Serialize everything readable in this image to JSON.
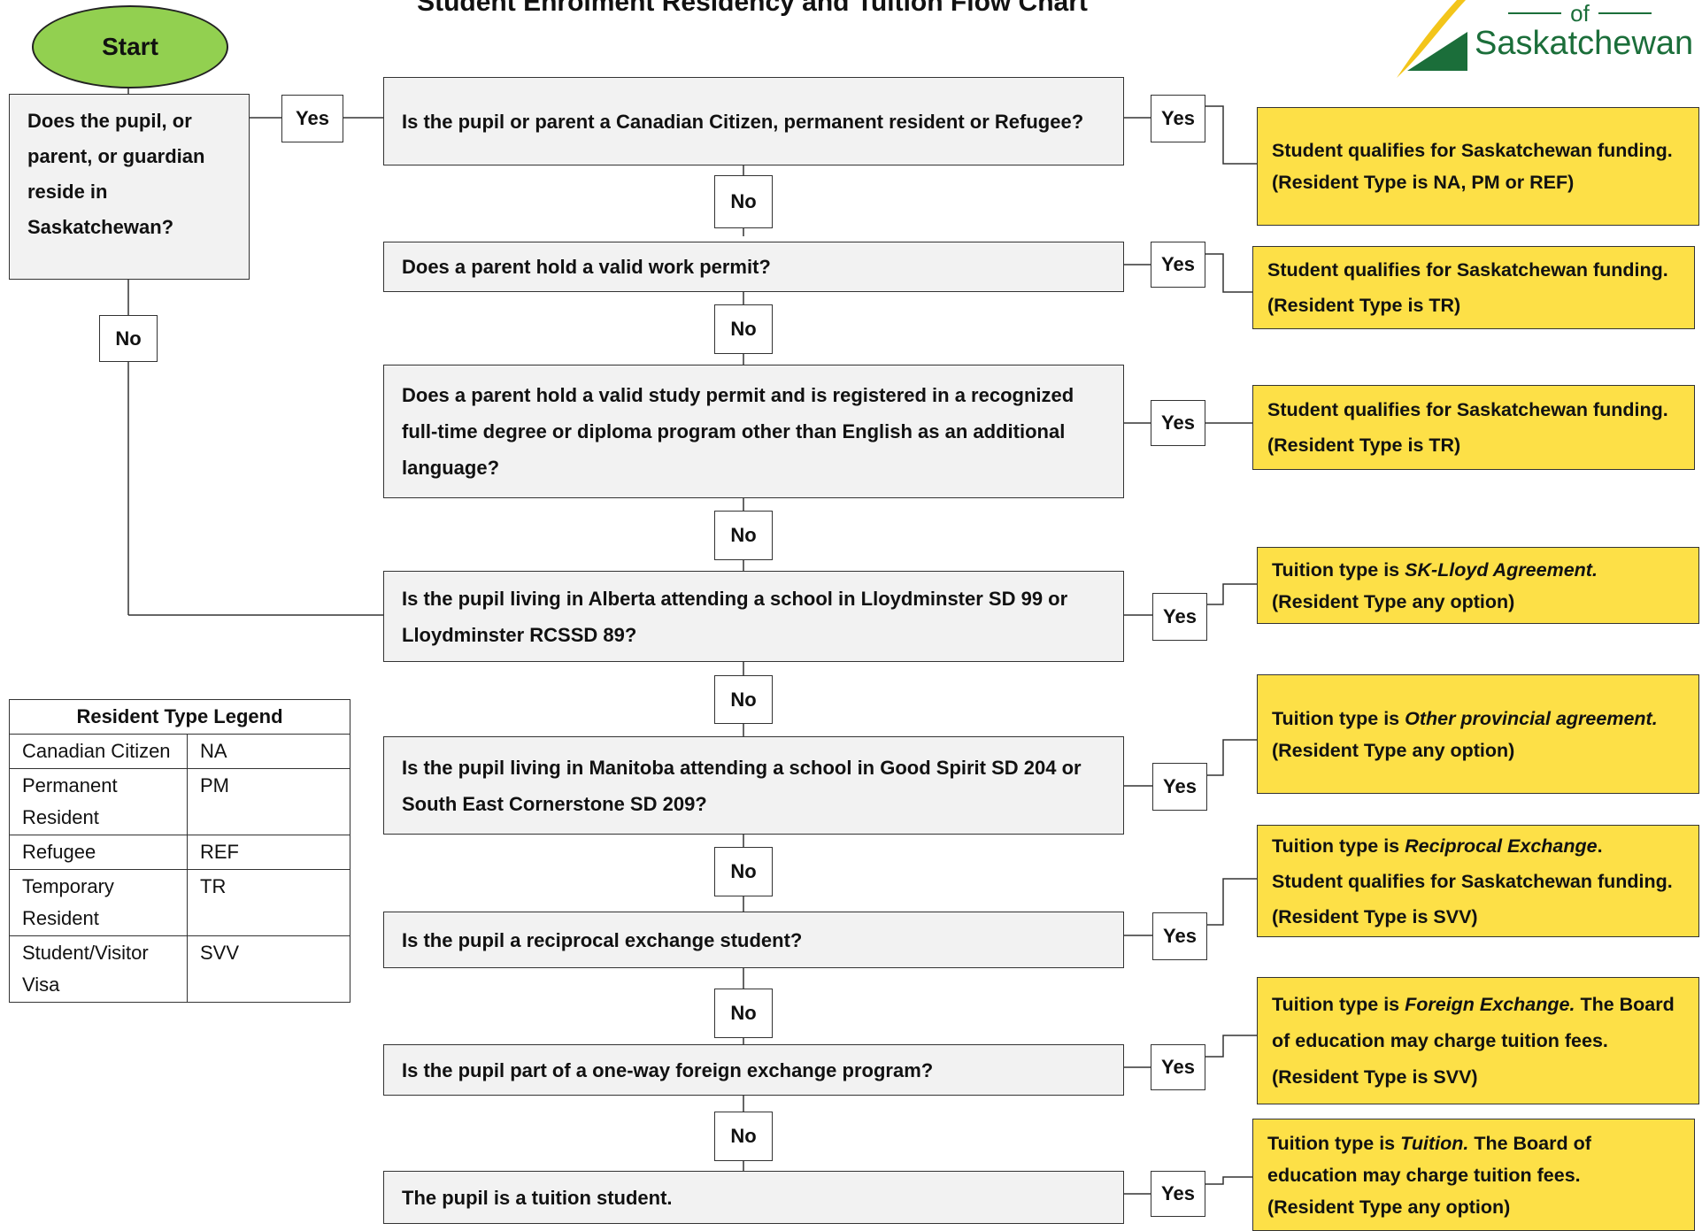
{
  "title": "Student Enrolment Residency and Tuition Flow Chart",
  "logo": {
    "of": "of",
    "name": "Saskatchewan",
    "colors": {
      "gold": "#f3c51a",
      "green": "#1b6e3a"
    }
  },
  "start": "Start",
  "first_question": "Does the pupil, or parent, or guardian reside in Saskatchewan?",
  "labels": {
    "yes": "Yes",
    "no": "No"
  },
  "questions": [
    "Is the pupil or parent a Canadian Citizen, permanent resident or Refugee?",
    "Does a parent hold a valid work permit?",
    "Does a parent hold a valid study permit and is registered in a recognized full-time degree or diploma program other than English as an additional language?",
    "Is the pupil living in Alberta attending a school in Lloydminster SD 99 or Lloydminster RCSSD 89?",
    "Is the pupil living in Manitoba attending a school in Good Spirit SD 204 or South East Cornerstone SD 209?",
    "Is the pupil a reciprocal exchange student?",
    "Is the pupil part of a one-way foreign exchange program?",
    "The pupil is a tuition student."
  ],
  "results": [
    {
      "l1": "Student qualifies for Saskatchewan funding.",
      "l2": "(Resident Type is NA, PM or REF)"
    },
    {
      "l1": "Student qualifies for Saskatchewan funding.",
      "l2": "(Resident Type is TR)"
    },
    {
      "l1": "Student qualifies for Saskatchewan funding.",
      "l2": "(Resident Type is TR)"
    },
    {
      "pre": "Tuition type is ",
      "em": "SK-Lloyd Agreement.",
      "post": "",
      "l2": "(Resident Type any option)"
    },
    {
      "pre": "Tuition type is ",
      "em": "Other provincial agreement.",
      "post": "",
      "l2": "(Resident Type any option)"
    },
    {
      "pre": "Tuition type is ",
      "em": "Reciprocal Exchange",
      "post": ".",
      "l2": "Student qualifies for Saskatchewan funding.  (Resident Type is SVV)"
    },
    {
      "pre": "Tuition type is ",
      "em": "Foreign Exchange.",
      "post": " The Board of education may charge tuition fees.  (Resident Type is SVV)",
      "l2": ""
    },
    {
      "pre": "Tuition type is ",
      "em": "Tuition.",
      "post": "  The Board of education may charge tuition fees.",
      "l2": "(Resident Type any option)"
    }
  ],
  "legend": {
    "title": "Resident Type Legend",
    "rows": [
      {
        "type": "Canadian Citizen",
        "code": "NA"
      },
      {
        "type": "Permanent Resident",
        "code": "PM"
      },
      {
        "type": "Refugee",
        "code": "REF"
      },
      {
        "type": "Temporary Resident",
        "code": "TR"
      },
      {
        "type": "Student/Visitor Visa",
        "code": "SVV"
      }
    ]
  },
  "colors": {
    "result_fill": "#fde047",
    "question_fill": "#f2f2f2",
    "start_fill": "#92d050"
  }
}
